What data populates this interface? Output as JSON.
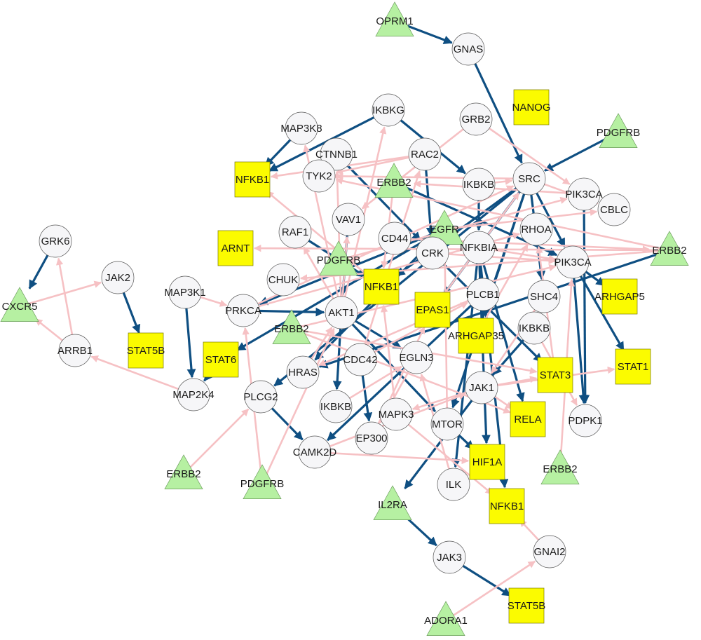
{
  "colors": {
    "background": "#ffffff",
    "inhibition_edge": "#0f4f82",
    "activation_edge": "#f6c1c4",
    "circle_fill": "#f6f6f8",
    "square_fill": "#fbfb00",
    "triangle_fill": "#b6f0a2"
  },
  "nodes": [
    {
      "id": "n0",
      "label": "OPRM1",
      "shape": "triangle"
    },
    {
      "id": "n1",
      "label": "GNAS",
      "shape": "circle"
    },
    {
      "id": "n2",
      "label": "NANOG",
      "shape": "square"
    },
    {
      "id": "n3",
      "label": "IKBKG",
      "shape": "circle"
    },
    {
      "id": "n4",
      "label": "GRB2",
      "shape": "circle"
    },
    {
      "id": "n5",
      "label": "MAP3K8",
      "shape": "circle"
    },
    {
      "id": "n6",
      "label": "PDGFRB",
      "shape": "triangle"
    },
    {
      "id": "n7",
      "label": "CTNNB1",
      "shape": "circle"
    },
    {
      "id": "n8",
      "label": "RAC2",
      "shape": "circle"
    },
    {
      "id": "n9",
      "label": "NFKB1",
      "shape": "square"
    },
    {
      "id": "n10",
      "label": "TYK2",
      "shape": "circle"
    },
    {
      "id": "n11",
      "label": "ERBB2",
      "shape": "triangle"
    },
    {
      "id": "n12",
      "label": "IKBKB",
      "shape": "circle"
    },
    {
      "id": "n13",
      "label": "SRC",
      "shape": "circle"
    },
    {
      "id": "n14",
      "label": "PIK3CA",
      "shape": "circle"
    },
    {
      "id": "n15",
      "label": "CBLC",
      "shape": "circle"
    },
    {
      "id": "n16",
      "label": "GRK6",
      "shape": "circle"
    },
    {
      "id": "n17",
      "label": "VAV1",
      "shape": "circle"
    },
    {
      "id": "n18",
      "label": "RAF1",
      "shape": "circle"
    },
    {
      "id": "n19",
      "label": "CD44",
      "shape": "circle"
    },
    {
      "id": "n20",
      "label": "EGFR",
      "shape": "triangle"
    },
    {
      "id": "n21",
      "label": "RHOA",
      "shape": "circle"
    },
    {
      "id": "n22",
      "label": "ARNT",
      "shape": "square"
    },
    {
      "id": "n23",
      "label": "PDGFRB",
      "shape": "triangle"
    },
    {
      "id": "n24",
      "label": "CRK",
      "shape": "circle"
    },
    {
      "id": "n25",
      "label": "NFKBIA",
      "shape": "circle"
    },
    {
      "id": "n26",
      "label": "ERBB2",
      "shape": "triangle"
    },
    {
      "id": "n27",
      "label": "JAK2",
      "shape": "circle"
    },
    {
      "id": "n28",
      "label": "CHUK",
      "shape": "circle"
    },
    {
      "id": "n29",
      "label": "NFKB1",
      "shape": "square"
    },
    {
      "id": "n30",
      "label": "PIK3CA",
      "shape": "circle"
    },
    {
      "id": "n31",
      "label": "CXCR5",
      "shape": "triangle"
    },
    {
      "id": "n32",
      "label": "MAP3K1",
      "shape": "circle"
    },
    {
      "id": "n33",
      "label": "PRKCA",
      "shape": "circle"
    },
    {
      "id": "n34",
      "label": "AKT1",
      "shape": "circle"
    },
    {
      "id": "n35",
      "label": "PLCB1",
      "shape": "circle"
    },
    {
      "id": "n36",
      "label": "SHC4",
      "shape": "circle"
    },
    {
      "id": "n37",
      "label": "ARHGAP5",
      "shape": "square"
    },
    {
      "id": "n38",
      "label": "EPAS1",
      "shape": "square"
    },
    {
      "id": "n39",
      "label": "ARRB1",
      "shape": "circle"
    },
    {
      "id": "n40",
      "label": "STAT5B",
      "shape": "square"
    },
    {
      "id": "n41",
      "label": "ERBB2",
      "shape": "triangle"
    },
    {
      "id": "n42",
      "label": "ARHGAP35",
      "shape": "square"
    },
    {
      "id": "n43",
      "label": "IKBKB",
      "shape": "circle"
    },
    {
      "id": "n44",
      "label": "STAT6",
      "shape": "square"
    },
    {
      "id": "n45",
      "label": "CDC42",
      "shape": "circle"
    },
    {
      "id": "n46",
      "label": "EGLN3",
      "shape": "circle"
    },
    {
      "id": "n47",
      "label": "STAT1",
      "shape": "square"
    },
    {
      "id": "n48",
      "label": "HRAS",
      "shape": "circle"
    },
    {
      "id": "n49",
      "label": "STAT3",
      "shape": "square"
    },
    {
      "id": "n50",
      "label": "MAP2K4",
      "shape": "circle"
    },
    {
      "id": "n51",
      "label": "PLCG2",
      "shape": "circle"
    },
    {
      "id": "n52",
      "label": "JAK1",
      "shape": "circle"
    },
    {
      "id": "n53",
      "label": "IKBKB",
      "shape": "circle"
    },
    {
      "id": "n54",
      "label": "MAPK3",
      "shape": "circle"
    },
    {
      "id": "n55",
      "label": "MTOR",
      "shape": "circle"
    },
    {
      "id": "n56",
      "label": "RELA",
      "shape": "square"
    },
    {
      "id": "n57",
      "label": "PDPK1",
      "shape": "circle"
    },
    {
      "id": "n58",
      "label": "EP300",
      "shape": "circle"
    },
    {
      "id": "n59",
      "label": "CAMK2D",
      "shape": "circle"
    },
    {
      "id": "n60",
      "label": "HIF1A",
      "shape": "square"
    },
    {
      "id": "n61",
      "label": "ERBB2",
      "shape": "triangle"
    },
    {
      "id": "n62",
      "label": "ERBB2",
      "shape": "triangle"
    },
    {
      "id": "n63",
      "label": "PDGFRB",
      "shape": "triangle"
    },
    {
      "id": "n64",
      "label": "IL2RA",
      "shape": "triangle"
    },
    {
      "id": "n65",
      "label": "ILK",
      "shape": "circle"
    },
    {
      "id": "n66",
      "label": "NFKB1",
      "shape": "square"
    },
    {
      "id": "n67",
      "label": "JAK3",
      "shape": "circle"
    },
    {
      "id": "n68",
      "label": "GNAI2",
      "shape": "circle"
    },
    {
      "id": "n69",
      "label": "STAT5B",
      "shape": "square"
    },
    {
      "id": "n70",
      "label": "ADORA1",
      "shape": "triangle"
    }
  ],
  "edges": [
    {
      "from": "n0",
      "to": "n1",
      "type": "blue"
    },
    {
      "from": "n1",
      "to": "n13",
      "type": "blue"
    },
    {
      "from": "n6",
      "to": "n13",
      "type": "blue"
    },
    {
      "from": "n3",
      "to": "n9",
      "type": "blue"
    },
    {
      "from": "n5",
      "to": "n9",
      "type": "blue"
    },
    {
      "from": "n16",
      "to": "n31",
      "type": "blue"
    },
    {
      "from": "n27",
      "to": "n40",
      "type": "blue"
    },
    {
      "from": "n32",
      "to": "n50",
      "type": "blue"
    },
    {
      "from": "n64",
      "to": "n67",
      "type": "blue"
    },
    {
      "from": "n67",
      "to": "n69",
      "type": "blue"
    },
    {
      "from": "n51",
      "to": "n59",
      "type": "blue"
    },
    {
      "from": "n52",
      "to": "n64",
      "type": "blue"
    },
    {
      "from": "n13",
      "to": "n29",
      "type": "blue"
    },
    {
      "from": "n13",
      "to": "n30",
      "type": "blue"
    },
    {
      "from": "n13",
      "to": "n38",
      "type": "blue"
    },
    {
      "from": "n13",
      "to": "n36",
      "type": "blue"
    },
    {
      "from": "n13",
      "to": "n42",
      "type": "blue"
    },
    {
      "from": "n3",
      "to": "n12",
      "type": "blue"
    },
    {
      "from": "n8",
      "to": "n24",
      "type": "blue"
    },
    {
      "from": "n12",
      "to": "n25",
      "type": "blue"
    },
    {
      "from": "n14",
      "to": "n57",
      "type": "blue"
    },
    {
      "from": "n30",
      "to": "n57",
      "type": "blue"
    },
    {
      "from": "n30",
      "to": "n37",
      "type": "blue"
    },
    {
      "from": "n30",
      "to": "n47",
      "type": "blue"
    },
    {
      "from": "n21",
      "to": "n36",
      "type": "blue"
    },
    {
      "from": "n25",
      "to": "n56",
      "type": "blue"
    },
    {
      "from": "n25",
      "to": "n66",
      "type": "blue"
    },
    {
      "from": "n25",
      "to": "n60",
      "type": "blue"
    },
    {
      "from": "n35",
      "to": "n59",
      "type": "blue"
    },
    {
      "from": "n34",
      "to": "n55",
      "type": "blue"
    },
    {
      "from": "n34",
      "to": "n53",
      "type": "blue"
    },
    {
      "from": "n34",
      "to": "n46",
      "type": "blue"
    },
    {
      "from": "n18",
      "to": "n29",
      "type": "blue"
    },
    {
      "from": "n33",
      "to": "n34",
      "type": "blue"
    },
    {
      "from": "n45",
      "to": "n58",
      "type": "blue"
    },
    {
      "from": "n55",
      "to": "n60",
      "type": "blue"
    },
    {
      "from": "n20",
      "to": "n33",
      "type": "blue"
    },
    {
      "from": "n20",
      "to": "n44",
      "type": "blue"
    },
    {
      "from": "n20",
      "to": "n48",
      "type": "blue"
    },
    {
      "from": "n26",
      "to": "n48",
      "type": "blue"
    },
    {
      "from": "n44",
      "to": "n50",
      "type": "blue"
    },
    {
      "from": "n7",
      "to": "n24",
      "type": "blue"
    },
    {
      "from": "n11",
      "to": "n30",
      "type": "blue"
    },
    {
      "from": "n13",
      "to": "n51",
      "type": "blue"
    },
    {
      "from": "n13",
      "to": "n55",
      "type": "blue"
    },
    {
      "from": "n25",
      "to": "n65",
      "type": "blue"
    },
    {
      "from": "n43",
      "to": "n52",
      "type": "blue"
    },
    {
      "from": "n17",
      "to": "n34",
      "type": "blue"
    },
    {
      "from": "n24",
      "to": "n49",
      "type": "blue"
    },
    {
      "from": "n4",
      "to": "n14",
      "type": "pink"
    },
    {
      "from": "n4",
      "to": "n17",
      "type": "pink"
    },
    {
      "from": "n8",
      "to": "n9",
      "type": "pink"
    },
    {
      "from": "n8",
      "to": "n10",
      "type": "pink"
    },
    {
      "from": "n13",
      "to": "n10",
      "type": "pink"
    },
    {
      "from": "n14",
      "to": "n11",
      "type": "pink"
    },
    {
      "from": "n13",
      "to": "n15",
      "type": "pink"
    },
    {
      "from": "n20",
      "to": "n15",
      "type": "pink"
    },
    {
      "from": "n31",
      "to": "n27",
      "type": "pink"
    },
    {
      "from": "n39",
      "to": "n31",
      "type": "pink"
    },
    {
      "from": "n39",
      "to": "n16",
      "type": "pink"
    },
    {
      "from": "n50",
      "to": "n39",
      "type": "pink"
    },
    {
      "from": "n62",
      "to": "n51",
      "type": "pink"
    },
    {
      "from": "n70",
      "to": "n68",
      "type": "pink"
    },
    {
      "from": "n68",
      "to": "n66",
      "type": "pink"
    },
    {
      "from": "n41",
      "to": "n49",
      "type": "pink"
    },
    {
      "from": "n41",
      "to": "n56",
      "type": "pink"
    },
    {
      "from": "n41",
      "to": "n30",
      "type": "pink"
    },
    {
      "from": "n61",
      "to": "n30",
      "type": "pink"
    },
    {
      "from": "n63",
      "to": "n34",
      "type": "pink"
    },
    {
      "from": "n63",
      "to": "n33",
      "type": "pink"
    },
    {
      "from": "n26",
      "to": "n22",
      "type": "pink"
    },
    {
      "from": "n26",
      "to": "n10",
      "type": "pink"
    },
    {
      "from": "n26",
      "to": "n28",
      "type": "pink"
    },
    {
      "from": "n34",
      "to": "n18",
      "type": "pink"
    },
    {
      "from": "n34",
      "to": "n7",
      "type": "pink"
    },
    {
      "from": "n34",
      "to": "n5",
      "type": "pink"
    },
    {
      "from": "n34",
      "to": "n17",
      "type": "pink"
    },
    {
      "from": "n34",
      "to": "n3",
      "type": "pink"
    },
    {
      "from": "n46",
      "to": "n58",
      "type": "pink"
    },
    {
      "from": "n48",
      "to": "n34",
      "type": "pink"
    },
    {
      "from": "n59",
      "to": "n60",
      "type": "pink"
    },
    {
      "from": "n52",
      "to": "n49",
      "type": "pink"
    },
    {
      "from": "n52",
      "to": "n47",
      "type": "pink"
    },
    {
      "from": "n52",
      "to": "n56",
      "type": "pink"
    },
    {
      "from": "n52",
      "to": "n54",
      "type": "pink"
    },
    {
      "from": "n55",
      "to": "n20",
      "type": "pink"
    },
    {
      "from": "n54",
      "to": "n29",
      "type": "pink"
    },
    {
      "from": "n54",
      "to": "n66",
      "type": "pink"
    },
    {
      "from": "n33",
      "to": "n21",
      "type": "pink"
    },
    {
      "from": "n33",
      "to": "n13",
      "type": "pink"
    },
    {
      "from": "n32",
      "to": "n33",
      "type": "pink"
    },
    {
      "from": "n23",
      "to": "n14",
      "type": "pink"
    },
    {
      "from": "n24",
      "to": "n30",
      "type": "pink"
    },
    {
      "from": "n25",
      "to": "n30",
      "type": "pink"
    },
    {
      "from": "n36",
      "to": "n52",
      "type": "pink"
    },
    {
      "from": "n38",
      "to": "n13",
      "type": "pink"
    },
    {
      "from": "n42",
      "to": "n21",
      "type": "pink"
    },
    {
      "from": "n45",
      "to": "n35",
      "type": "pink"
    },
    {
      "from": "n45",
      "to": "n8",
      "type": "pink"
    },
    {
      "from": "n12",
      "to": "n13",
      "type": "pink"
    },
    {
      "from": "n11",
      "to": "n29",
      "type": "pink"
    },
    {
      "from": "n19",
      "to": "n26",
      "type": "pink"
    },
    {
      "from": "n49",
      "to": "n21",
      "type": "pink"
    },
    {
      "from": "n35",
      "to": "n48",
      "type": "pink"
    },
    {
      "from": "n53",
      "to": "n46",
      "type": "pink"
    },
    {
      "from": "n58",
      "to": "n38",
      "type": "pink"
    },
    {
      "from": "n43",
      "to": "n57",
      "type": "pink"
    },
    {
      "from": "n65",
      "to": "n46",
      "type": "pink"
    },
    {
      "from": "n29",
      "to": "n9",
      "type": "pink"
    },
    {
      "from": "n59",
      "to": "n52",
      "type": "pink"
    }
  ]
}
